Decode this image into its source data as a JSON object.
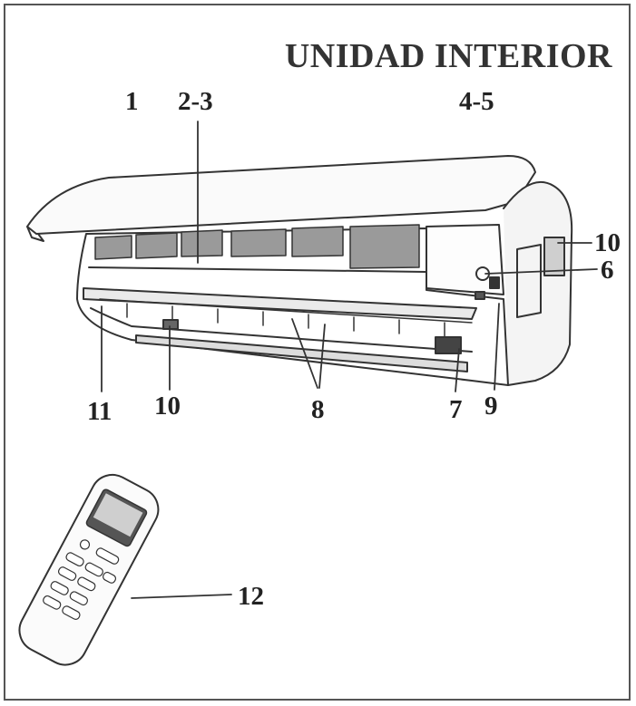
{
  "title": "UNIDAD INTERIOR",
  "labels": {
    "l1": "1",
    "l23": "2-3",
    "l45": "4-5",
    "l10_right": "10",
    "l6": "6",
    "l11": "11",
    "l10_left": "10",
    "l8": "8",
    "l7": "7",
    "l9": "9",
    "l12": "12"
  }
}
